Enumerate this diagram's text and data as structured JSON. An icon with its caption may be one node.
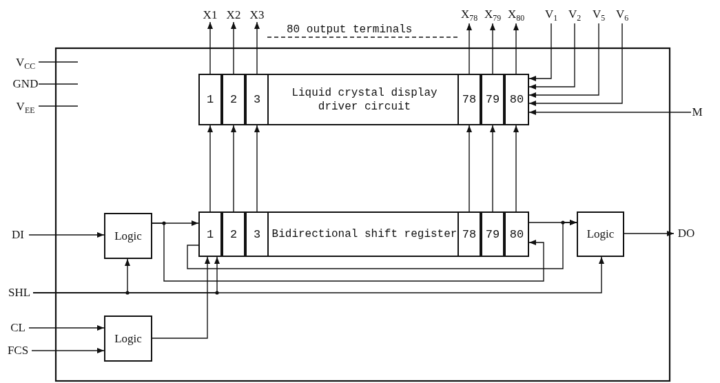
{
  "diagram": {
    "nodes": [
      {
        "text": [
          "X1"
        ]
      },
      {
        "text": [
          "X2"
        ]
      },
      {
        "text": [
          "X3"
        ]
      },
      {
        "text": [
          "X$_{78}$"
        ]
      },
      {
        "text": [
          "X$_{79}$"
        ]
      },
      {
        "text": [
          "X$_{80}$"
        ]
      },
      {
        "text": [
          "V$_{1}$"
        ]
      },
      {
        "text": [
          "V$_{2}$"
        ]
      },
      {
        "text": [
          "V$_{5}$"
        ]
      },
      {
        "text": [
          "V$_{6}$"
        ]
      },
      {
        "text": [
          "V$_{CC}$"
        ]
      },
      {
        "text": [
          "GND"
        ]
      },
      {
        "text": [
          "V$_{EE}$"
        ]
      },
      {
        "text": [
          "Liquid crystal display driver circuit"
        ]
      },
      {
        "text": [
          "1"
        ],
        "in": 13
      },
      {
        "text": [
          "2"
        ],
        "in": 13
      },
      {
        "text": [
          "3"
        ],
        "in": 13
      },
      {
        "text": [
          "78"
        ],
        "in": 13
      },
      {
        "text": [
          "79"
        ],
        "in": 13
      },
      {
        "text": [
          "80"
        ],
        "in": 13
      },
      {
        "text": [
          "M"
        ]
      },
      {
        "text": [
          "Bidirectional shift register"
        ]
      },
      {
        "text": [
          "1"
        ],
        "in": 21
      },
      {
        "text": [
          "2"
        ],
        "in": 21
      },
      {
        "text": [
          "3"
        ],
        "in": 21
      },
      {
        "text": [
          "78"
        ],
        "in": 21
      },
      {
        "text": [
          "79"
        ],
        "in": 21
      },
      {
        "text": [
          "80"
        ],
        "in": 21
      },
      {
        "text": [
          "Logic"
        ]
      },
      {
        "text": [
          "DI"
        ]
      },
      {
        "text": [
          "SHL"
        ]
      },
      {
        "text": [
          "CL"
        ]
      },
      {
        "text": [
          "FCS"
        ]
      },
      {
        "text": [
          "Logic"
        ]
      },
      {
        "text": [
          "Logic"
        ]
      },
      {
        "text": [
          "DO"
        ]
      }
    ],
    "edges": [
      {
        "from": 14,
        "to": 0,
        "arrow": "to"
      },
      {
        "from": 15,
        "to": 1,
        "arrow": "to"
      },
      {
        "from": 16,
        "to": 2,
        "arrow": "to"
      },
      {
        "from": 17,
        "to": 3,
        "arrow": "to"
      },
      {
        "from": 18,
        "to": 4,
        "arrow": "to"
      },
      {
        "from": 19,
        "to": 5,
        "arrow": "to"
      },
      {
        "from": 6,
        "to": 13,
        "arrow": "to"
      },
      {
        "from": 7,
        "to": 13,
        "arrow": "to"
      },
      {
        "from": 8,
        "to": 13,
        "arrow": "to"
      },
      {
        "from": 9,
        "to": 13,
        "arrow": "to"
      },
      {
        "from": 10,
        "to": null,
        "arrow": "none"
      },
      {
        "from": 11,
        "to": null,
        "arrow": "none"
      },
      {
        "from": 12,
        "to": null,
        "arrow": "none"
      },
      {
        "from": 20,
        "to": 13,
        "arrow": "to"
      },
      {
        "from": 22,
        "to": 14,
        "arrow": "to"
      },
      {
        "from": 23,
        "to": 15,
        "arrow": "to"
      },
      {
        "from": 24,
        "to": 16,
        "arrow": "to"
      },
      {
        "from": 25,
        "to": 17,
        "arrow": "to"
      },
      {
        "from": 26,
        "to": 18,
        "arrow": "to"
      },
      {
        "from": 27,
        "to": 19,
        "arrow": "to"
      },
      {
        "from": 29,
        "to": 28,
        "arrow": "to"
      },
      {
        "from": 30,
        "to": 28,
        "arrow": "to"
      },
      {
        "from": 30,
        "to": 22,
        "arrow": "to"
      },
      {
        "from": 30,
        "to": 34,
        "arrow": "to"
      },
      {
        "from": 28,
        "to": 22,
        "arrow": "to"
      },
      {
        "from": 28,
        "to": 27,
        "arrow": "to"
      },
      {
        "from": 33,
        "to": 22,
        "arrow": "to"
      },
      {
        "from": 31,
        "to": 33,
        "arrow": "to"
      },
      {
        "from": 32,
        "to": 33,
        "arrow": "to"
      },
      {
        "from": 22,
        "to": 34,
        "arrow": "to"
      },
      {
        "from": 27,
        "to": 34,
        "arrow": "to"
      },
      {
        "from": 34,
        "to": 35,
        "arrow": "to"
      }
    ],
    "labels": [
      "80 output terminals"
    ]
  }
}
